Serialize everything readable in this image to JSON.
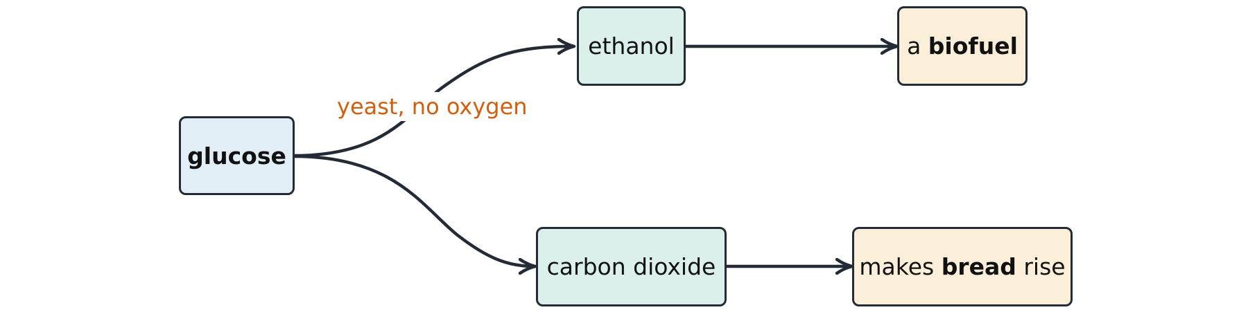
{
  "colors": {
    "source_fill": "#e1eef6",
    "product_fill": "#dbf0ea",
    "use_fill": "#fbefda",
    "stroke": "#222b36",
    "label": "#d0600f"
  },
  "nodes": {
    "glucose": {
      "bold": "glucose"
    },
    "ethanol": {
      "text": "ethanol"
    },
    "biofuel": {
      "pre": "a ",
      "bold": "biofuel"
    },
    "co2": {
      "text": "carbon dioxide"
    },
    "bread": {
      "pre": "makes ",
      "bold": "bread",
      "post": " rise"
    }
  },
  "edges": {
    "fermentation_label": "yeast, no oxygen"
  }
}
